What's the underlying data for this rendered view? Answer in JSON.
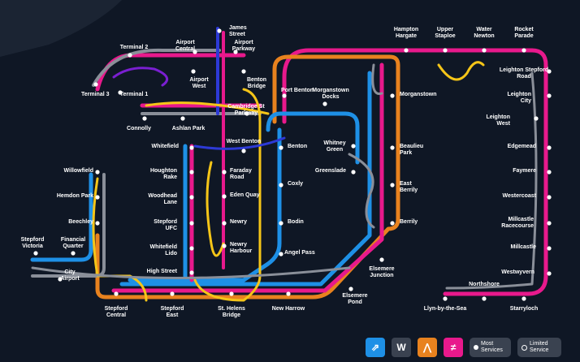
{
  "map": {
    "stations": [
      {
        "id": "james-street",
        "label": "James Street"
      },
      {
        "id": "airport-central",
        "label": "Airport Central"
      },
      {
        "id": "airport-parkway",
        "label": "Airport Parkway"
      },
      {
        "id": "terminal-2",
        "label": "Terminal 2"
      },
      {
        "id": "terminal-1",
        "label": "Terminal 1"
      },
      {
        "id": "terminal-3",
        "label": "Terminal 3"
      },
      {
        "id": "airport-west",
        "label": "Airport West"
      },
      {
        "id": "benton-bridge",
        "label": "Benton Bridge"
      },
      {
        "id": "port-benton",
        "label": "Port Benton"
      },
      {
        "id": "morganstown-docks",
        "label": "Morganstown Docks"
      },
      {
        "id": "cambridge-st-parkway",
        "label": "Cambridge St Parkway"
      },
      {
        "id": "connolly",
        "label": "Connolly"
      },
      {
        "id": "ashlan-park",
        "label": "Ashlan Park"
      },
      {
        "id": "whitefield",
        "label": "Whitefield"
      },
      {
        "id": "west-benton",
        "label": "West Benton"
      },
      {
        "id": "benton",
        "label": "Benton"
      },
      {
        "id": "whitney-green",
        "label": "Whitney Green"
      },
      {
        "id": "beaulieu-park",
        "label": "Beaulieu Park"
      },
      {
        "id": "willowfield",
        "label": "Willowfield"
      },
      {
        "id": "houghton-rake",
        "label": "Houghton Rake"
      },
      {
        "id": "faraday-road",
        "label": "Faraday Road"
      },
      {
        "id": "greenslade",
        "label": "Greenslade"
      },
      {
        "id": "coxly",
        "label": "Coxly"
      },
      {
        "id": "east-berrily",
        "label": "East Berrily"
      },
      {
        "id": "hemdon-park",
        "label": "Hemdon Park"
      },
      {
        "id": "woodhead-lane",
        "label": "Woodhead Lane"
      },
      {
        "id": "eden-quay",
        "label": "Eden Quay"
      },
      {
        "id": "beechley",
        "label": "Beechley"
      },
      {
        "id": "stepford-ufc",
        "label": "Stepford UFC"
      },
      {
        "id": "newry",
        "label": "Newry"
      },
      {
        "id": "bodin",
        "label": "Bodin"
      },
      {
        "id": "berrily",
        "label": "Berrily"
      },
      {
        "id": "stepford-victoria",
        "label": "Stepford Victoria"
      },
      {
        "id": "financial-quarter",
        "label": "Financial Quarter"
      },
      {
        "id": "whitefield-lido",
        "label": "Whitefield Lido"
      },
      {
        "id": "newry-harbour",
        "label": "Newry Harbour"
      },
      {
        "id": "angel-pass",
        "label": "Angel Pass"
      },
      {
        "id": "high-street",
        "label": "High Street"
      },
      {
        "id": "city-airport",
        "label": "City Airport"
      },
      {
        "id": "elsemere-junction",
        "label": "Elsemere Junction"
      },
      {
        "id": "elsemere-pond",
        "label": "Elsemere Pond"
      },
      {
        "id": "stepford-central",
        "label": "Stepford Central"
      },
      {
        "id": "stepford-east",
        "label": "Stepford East"
      },
      {
        "id": "st-helens-bridge",
        "label": "St. Helens Bridge"
      },
      {
        "id": "new-harrow",
        "label": "New Harrow"
      },
      {
        "id": "hampton-hargate",
        "label": "Hampton Hargate"
      },
      {
        "id": "upper-staploe",
        "label": "Upper Staploe"
      },
      {
        "id": "water-newton",
        "label": "Water Newton"
      },
      {
        "id": "rocket-parade",
        "label": "Rocket Parade"
      },
      {
        "id": "leighton-stepford-road",
        "label": "Leighton Stepford Road"
      },
      {
        "id": "morganstown",
        "label": "Morganstown"
      },
      {
        "id": "leighton-city",
        "label": "Leighton City"
      },
      {
        "id": "leighton-west",
        "label": "Leighton West"
      },
      {
        "id": "edgemead",
        "label": "Edgemead"
      },
      {
        "id": "faymere",
        "label": "Faymere"
      },
      {
        "id": "westercoast",
        "label": "Westercoast"
      },
      {
        "id": "millcastle-racecourse",
        "label": "Millcastle Racecourse"
      },
      {
        "id": "millcastle",
        "label": "Millcastle"
      },
      {
        "id": "westwyvern",
        "label": "Westwyvern"
      },
      {
        "id": "northshore",
        "label": "Northshore"
      },
      {
        "id": "llyn-by-the-sea",
        "label": "Llyn-by-the-Sea"
      },
      {
        "id": "starryloch",
        "label": "Starryloch"
      }
    ],
    "line_colors": {
      "blue": "#1e90e6",
      "gray": "#8a8f99",
      "orange": "#e8821e",
      "pink": "#e8198c",
      "yellow": "#f5c518",
      "purple": "#7a1fd1",
      "navy": "#2d3ad6"
    }
  },
  "legend": {
    "operators": [
      {
        "icon": "stepford-connect-icon",
        "color": "#1e90e6",
        "glyph": "⇗"
      },
      {
        "icon": "waterline-icon",
        "color": "#3a4250",
        "glyph": "W"
      },
      {
        "icon": "airlink-icon",
        "color": "#e8821e",
        "glyph": "⋀"
      },
      {
        "icon": "metro-icon",
        "color": "#e8198c",
        "glyph": "≠"
      }
    ],
    "most_services": "Most Services",
    "limited_service": "Limited Service"
  }
}
